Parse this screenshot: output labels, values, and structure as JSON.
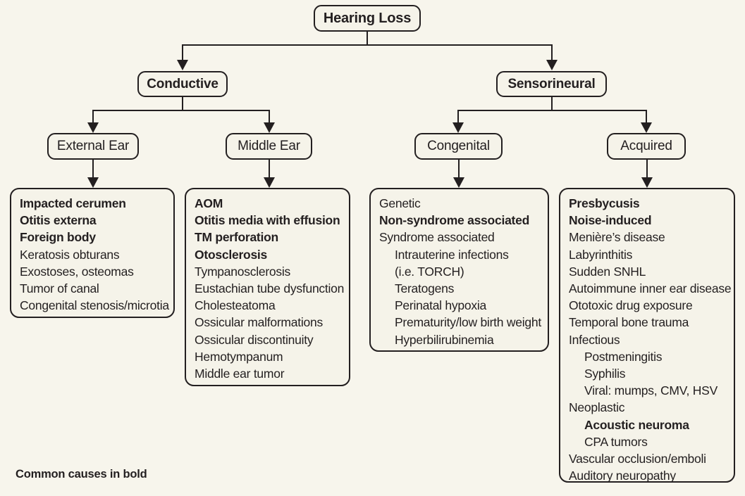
{
  "title": "Hearing Loss flowchart",
  "footnote": "Common causes in bold",
  "colors": {
    "background": "#f7f5ec",
    "box_fill": "#f5f3e9",
    "line": "#231f20"
  },
  "nodes": {
    "root": {
      "label": "Hearing Loss"
    },
    "conductive": {
      "label": "Conductive"
    },
    "sensorineural": {
      "label": "Sensorineural"
    },
    "external_ear": {
      "label": "External Ear"
    },
    "middle_ear": {
      "label": "Middle Ear"
    },
    "congenital": {
      "label": "Congenital"
    },
    "acquired": {
      "label": "Acquired"
    }
  },
  "lists": {
    "external_ear": {
      "items": [
        {
          "text": "Impacted cerumen",
          "bold": true,
          "indent": 0
        },
        {
          "text": "Otitis externa",
          "bold": true,
          "indent": 0
        },
        {
          "text": "Foreign body",
          "bold": true,
          "indent": 0
        },
        {
          "text": "Keratosis obturans",
          "bold": false,
          "indent": 0
        },
        {
          "text": "Exostoses, osteomas",
          "bold": false,
          "indent": 0
        },
        {
          "text": "Tumor of canal",
          "bold": false,
          "indent": 0
        },
        {
          "text": "Congenital stenosis/microtia",
          "bold": false,
          "indent": 0
        }
      ]
    },
    "middle_ear": {
      "items": [
        {
          "text": "AOM",
          "bold": true,
          "indent": 0
        },
        {
          "text": "Otitis media with effusion",
          "bold": true,
          "indent": 0
        },
        {
          "text": "TM perforation",
          "bold": true,
          "indent": 0
        },
        {
          "text": "Otosclerosis",
          "bold": true,
          "indent": 0
        },
        {
          "text": "Tympanosclerosis",
          "bold": false,
          "indent": 0
        },
        {
          "text": "Eustachian tube dysfunction",
          "bold": false,
          "indent": 0
        },
        {
          "text": "Cholesteatoma",
          "bold": false,
          "indent": 0
        },
        {
          "text": "Ossicular malformations",
          "bold": false,
          "indent": 0
        },
        {
          "text": "Ossicular discontinuity",
          "bold": false,
          "indent": 0
        },
        {
          "text": "Hemotympanum",
          "bold": false,
          "indent": 0
        },
        {
          "text": "Middle ear tumor",
          "bold": false,
          "indent": 0
        }
      ]
    },
    "congenital": {
      "items": [
        {
          "text": "Genetic",
          "bold": false,
          "indent": 0
        },
        {
          "text": "Non-syndrome associated",
          "bold": true,
          "indent": 0
        },
        {
          "text": "Syndrome associated",
          "bold": false,
          "indent": 0
        },
        {
          "text": "Intrauterine infections",
          "bold": false,
          "indent": 1
        },
        {
          "text": "(i.e. TORCH)",
          "bold": false,
          "indent": 1
        },
        {
          "text": "Teratogens",
          "bold": false,
          "indent": 1
        },
        {
          "text": "Perinatal hypoxia",
          "bold": false,
          "indent": 1
        },
        {
          "text": "Prematurity/low birth weight",
          "bold": false,
          "indent": 1
        },
        {
          "text": "Hyperbilirubinemia",
          "bold": false,
          "indent": 1
        }
      ]
    },
    "acquired": {
      "items": [
        {
          "text": "Presbycusis",
          "bold": true,
          "indent": 0
        },
        {
          "text": "Noise-induced",
          "bold": true,
          "indent": 0
        },
        {
          "text": "Menière’s disease",
          "bold": false,
          "indent": 0
        },
        {
          "text": "Labyrinthitis",
          "bold": false,
          "indent": 0
        },
        {
          "text": "Sudden SNHL",
          "bold": false,
          "indent": 0
        },
        {
          "text": "Autoimmune inner ear disease",
          "bold": false,
          "indent": 0
        },
        {
          "text": "Ototoxic drug exposure",
          "bold": false,
          "indent": 0
        },
        {
          "text": "Temporal bone trauma",
          "bold": false,
          "indent": 0
        },
        {
          "text": "Infectious",
          "bold": false,
          "indent": 0
        },
        {
          "text": "Postmeningitis",
          "bold": false,
          "indent": 1
        },
        {
          "text": "Syphilis",
          "bold": false,
          "indent": 1
        },
        {
          "text": "Viral: mumps, CMV, HSV",
          "bold": false,
          "indent": 1
        },
        {
          "text": "Neoplastic",
          "bold": false,
          "indent": 0
        },
        {
          "text": "Acoustic neuroma",
          "bold": true,
          "indent": 1
        },
        {
          "text": "CPA tumors",
          "bold": false,
          "indent": 1
        },
        {
          "text": "Vascular occlusion/emboli",
          "bold": false,
          "indent": 0
        },
        {
          "text": "Auditory neuropathy",
          "bold": false,
          "indent": 0
        }
      ]
    }
  }
}
